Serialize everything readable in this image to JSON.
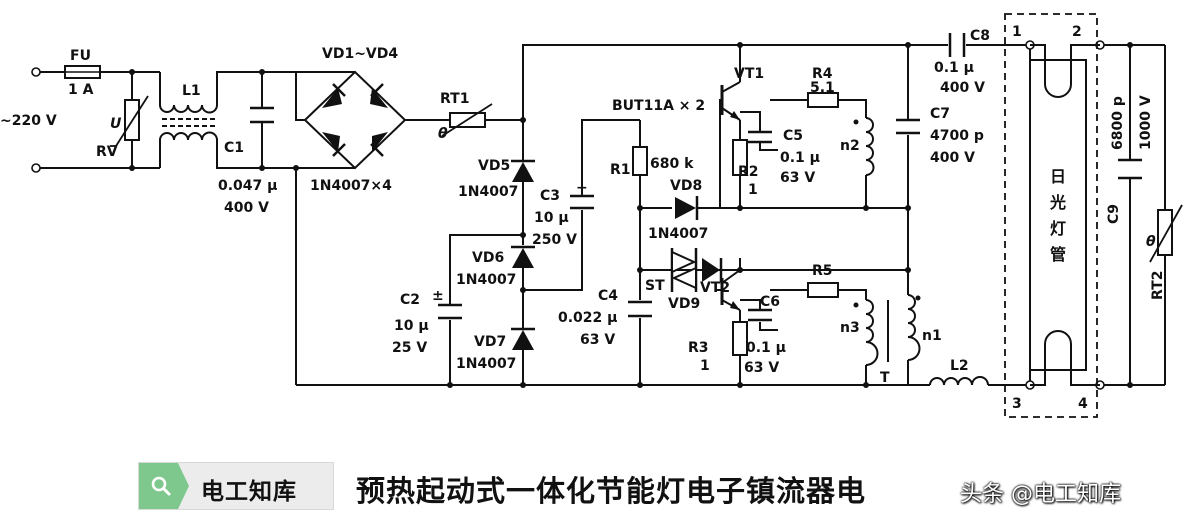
{
  "labels": {
    "fu": "FU",
    "fu_rating": "1 A",
    "ac_input": "~220 V",
    "u": "U",
    "rv": "RV",
    "l1": "L1",
    "c1": "C1",
    "c1_value_1": "0.047 μ",
    "c1_value_2": "400 V",
    "bridge_ref": "VD1~VD4",
    "bridge_part": "1N4007×4",
    "rt1": "RT1",
    "theta": "θ",
    "transistors": "BUT11A × 2",
    "vt1": "VT1",
    "vt2": "VT2",
    "r1": "R1",
    "r1_value": "680 k",
    "r2": "R2",
    "r2_value": "1",
    "r3": "R3",
    "r3_value": "1",
    "r4": "R4",
    "r4_value": "5.1",
    "r5": "R5",
    "c2": "C2",
    "c2_plus": "±",
    "c2_value_1": "10 μ",
    "c2_value_2": "25 V",
    "c3": "C3",
    "c3_plus": "+",
    "c3_value_1": "10 μ",
    "c3_value_2": "250 V",
    "c4": "C4",
    "c4_value_1": "0.022 μ",
    "c4_value_2": "63 V",
    "c5": "C5",
    "c5_value_1": "0.1 μ",
    "c5_value_2": "63 V",
    "c6": "C6",
    "c6_value_1": "0.1 μ",
    "c6_value_2": "63 V",
    "c7": "C7",
    "c7_value_1": "4700 p",
    "c7_value_2": "400 V",
    "c8": "C8",
    "c8_value_1": "0.1 μ",
    "c8_value_2": "400 V",
    "c9": "C9",
    "c9_value_1": "6800 p",
    "c9_value_2": "1000 V",
    "vd5": "VD5",
    "vd6": "VD6",
    "vd7": "VD7",
    "vd8": "VD8",
    "vd9": "VD9",
    "part_1n4007": "1N4007",
    "st": "ST",
    "n1": "n1",
    "n2": "n2",
    "n3": "n3",
    "t": "T",
    "l2": "L2",
    "rt2": "RT2",
    "pin1": "1",
    "pin2": "2",
    "pin3": "3",
    "pin4": "4",
    "tube_1": "日",
    "tube_2": "光",
    "tube_3": "灯",
    "tube_4": "管"
  },
  "footer": {
    "badge_icon": "search-icon",
    "badge_text": "电工知库",
    "caption": "预热起动式一体化节能灯电子镇流器电",
    "watermark": "头条 @电工知库"
  }
}
